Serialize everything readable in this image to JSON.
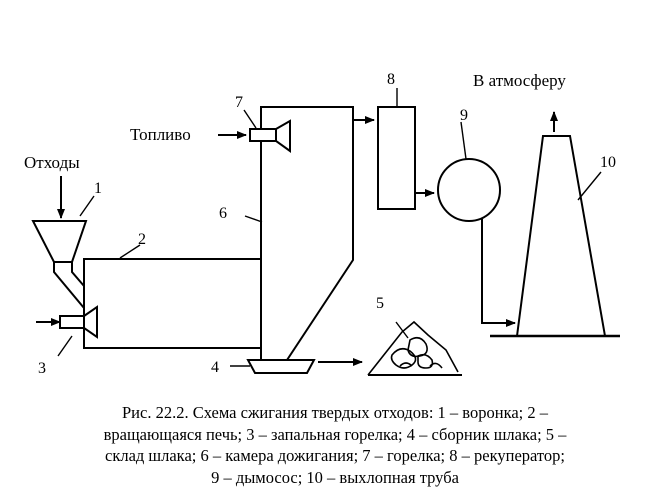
{
  "labels": {
    "waste": "Отходы",
    "fuel": "Топливо",
    "atmosphere": "В атмосферу"
  },
  "numbers": {
    "n1": "1",
    "n2": "2",
    "n3": "3",
    "n4": "4",
    "n5": "5",
    "n6": "6",
    "n7": "7",
    "n8": "8",
    "n9": "9",
    "n10": "10"
  },
  "caption": {
    "line1": "Рис. 22.2. Схема сжигания твердых отходов: 1 – воронка; 2 –",
    "line2": "вращающаяся печь; 3 – запальная горелка; 4 – сборник шлака; 5 –",
    "line3": "склад шлака; 6 – камера дожигания; 7 – горелка; 8 – рекуператор;",
    "line4": "9 – дымосос; 10 – выхлопная труба"
  }
}
